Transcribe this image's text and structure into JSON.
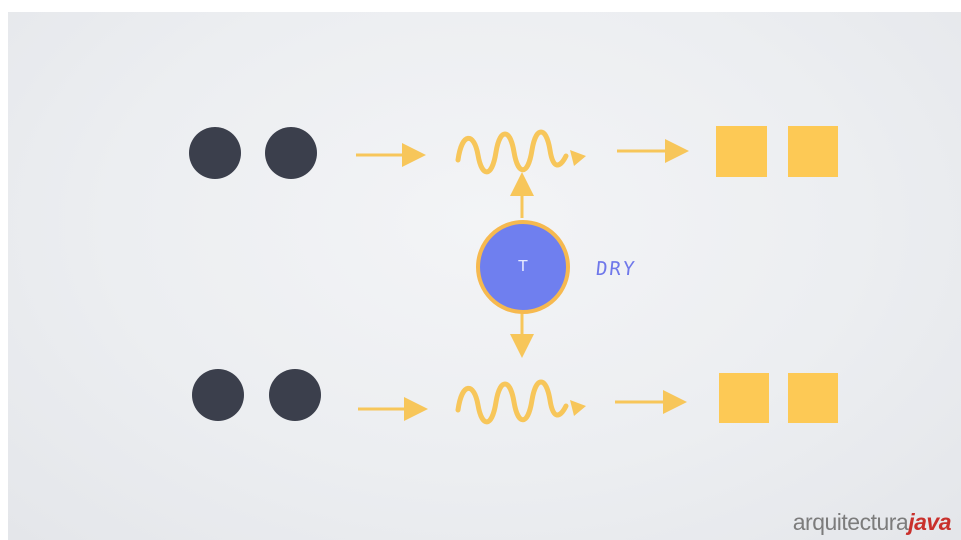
{
  "diagram": {
    "center_node_label": "T",
    "side_label": "DRY",
    "logo_text_a": "arquitectura",
    "logo_text_b": "java"
  },
  "colors": {
    "dot": "#3b3f4c",
    "arrow": "#f7c65a",
    "square": "#fdc955",
    "node_fill": "#6f7fef",
    "node_ring": "#f6b94f",
    "label": "#6f78ea"
  }
}
